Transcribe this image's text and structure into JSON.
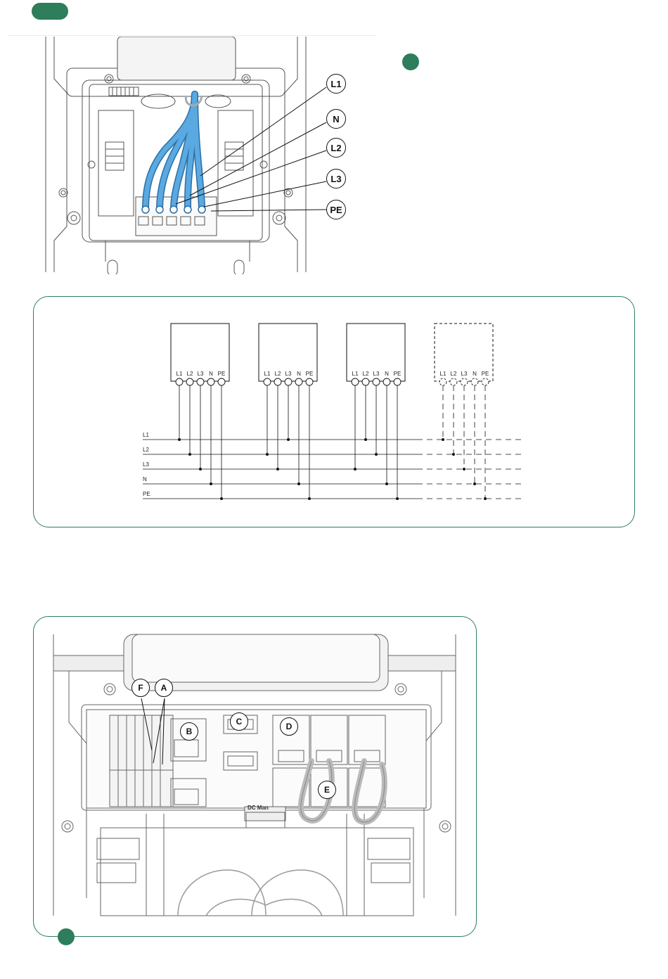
{
  "top_figure": {
    "callouts": [
      "L1",
      "N",
      "L2",
      "L3",
      "PE"
    ]
  },
  "wiring_diagram": {
    "terminal_labels": [
      "L1",
      "L2",
      "L3",
      "N",
      "PE"
    ],
    "bus_labels": [
      "L1",
      "L2",
      "L3",
      "N",
      "PE"
    ],
    "units": [
      {
        "connections": [
          0,
          1,
          2,
          3,
          4
        ],
        "dashed": false
      },
      {
        "connections": [
          1,
          2,
          0,
          3,
          4
        ],
        "dashed": false
      },
      {
        "connections": [
          2,
          0,
          1,
          3,
          4
        ],
        "dashed": false
      },
      {
        "connections": [
          0,
          1,
          2,
          3,
          4
        ],
        "dashed": true
      }
    ]
  },
  "board_figure": {
    "callouts": [
      "F",
      "A",
      "B",
      "C",
      "D",
      "E"
    ],
    "board_text": "DC Man"
  },
  "colors": {
    "accent": "#2e7d5b",
    "cable": "#5aa9e0",
    "line": "#111111"
  }
}
